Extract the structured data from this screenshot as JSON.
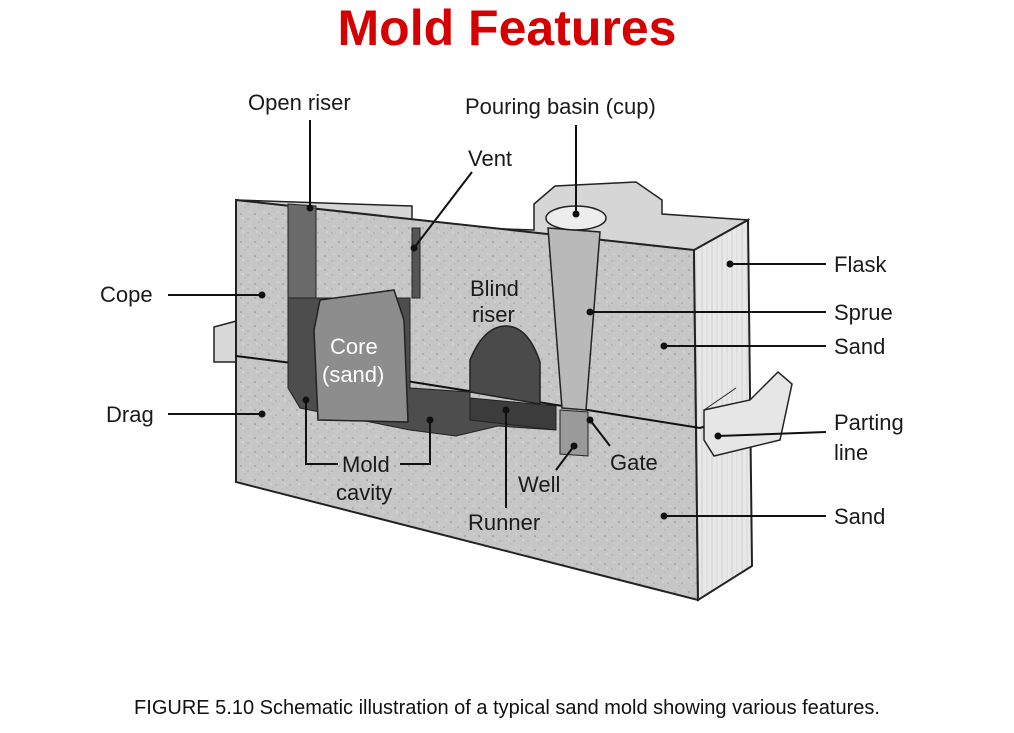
{
  "title": "Mold Features",
  "caption": "FIGURE 5.10  Schematic illustration of a typical sand mold showing various features.",
  "labels": {
    "open_riser": "Open riser",
    "pouring_basin": "Pouring basin (cup)",
    "vent": "Vent",
    "blind_riser_1": "Blind",
    "blind_riser_2": "riser",
    "core_1": "Core",
    "core_2": "(sand)",
    "cope": "Cope",
    "drag": "Drag",
    "flask": "Flask",
    "sprue": "Sprue",
    "sand_upper": "Sand",
    "parting_line_1": "Parting",
    "parting_line_2": "line",
    "sand_lower": "Sand",
    "gate": "Gate",
    "well": "Well",
    "runner": "Runner",
    "mold_cavity_1": "Mold",
    "mold_cavity_2": "cavity"
  },
  "colors": {
    "title": "#d60000",
    "sand_front": "#c4c4c4",
    "sand_side": "#e0e0e0",
    "sand_top": "#d2d2d2",
    "cavity": "#4a4a4a"
  }
}
